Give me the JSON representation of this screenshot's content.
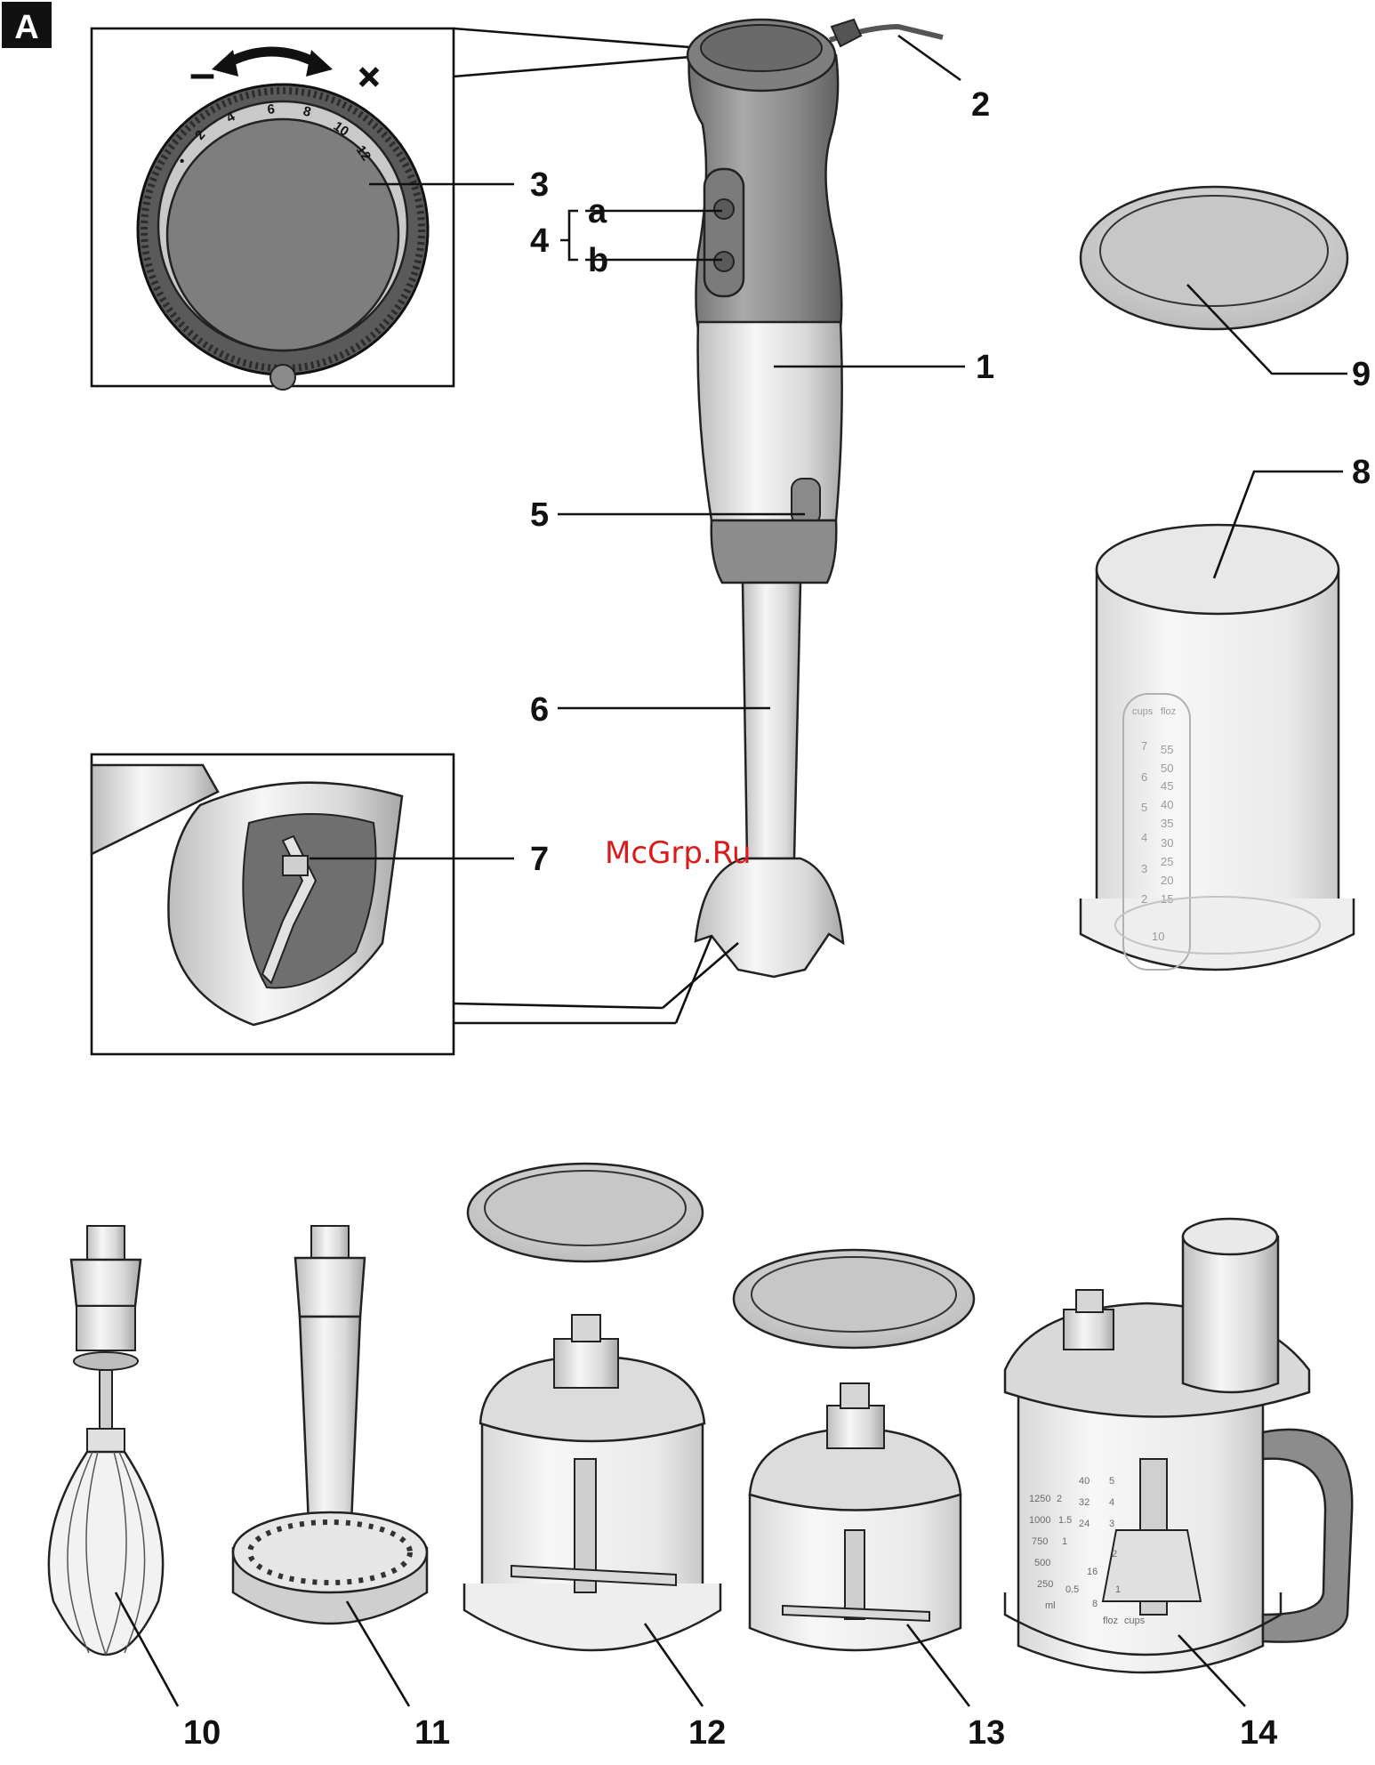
{
  "figure_tag": "A",
  "callouts": {
    "c1": "1",
    "c2": "2",
    "c3": "3",
    "c4": "4",
    "c4a": "a",
    "c4b": "b",
    "c5": "5",
    "c6": "6",
    "c7": "7",
    "c8": "8",
    "c9": "9",
    "c10": "10",
    "c11": "11",
    "c12": "12",
    "c13": "13",
    "c14": "14"
  },
  "speed_dial": {
    "minus": "–",
    "plus": "+",
    "marks": [
      "•",
      "2",
      "4",
      "6",
      "8",
      "10",
      "12"
    ]
  },
  "measuring_cup": {
    "col_cups": "cups",
    "col_floz": "floz",
    "cups": [
      "7",
      "6",
      "5",
      "4",
      "3",
      "2"
    ],
    "floz": [
      "55",
      "50",
      "45",
      "40",
      "35",
      "30",
      "25",
      "20",
      "15",
      "10"
    ]
  },
  "processor_bowl": {
    "ml": [
      "1250",
      "1000",
      "750",
      "500",
      "250"
    ],
    "floz": [
      "40",
      "32",
      "24",
      "16",
      "8"
    ],
    "cups": [
      "5",
      "4",
      "3",
      "2",
      "1"
    ],
    "pints": [
      "2",
      "1.5",
      "1",
      "0.5"
    ],
    "unit_ml": "ml",
    "unit_floz": "floz",
    "unit_cups": "cups"
  },
  "watermark": "McGrp.Ru",
  "colors": {
    "body_dark": "#8c8c8c",
    "body_light": "#e4e4e4",
    "dial_face": "#7e7e7e",
    "lid": "#d6d6d6",
    "watermark": "#d81c1c"
  }
}
